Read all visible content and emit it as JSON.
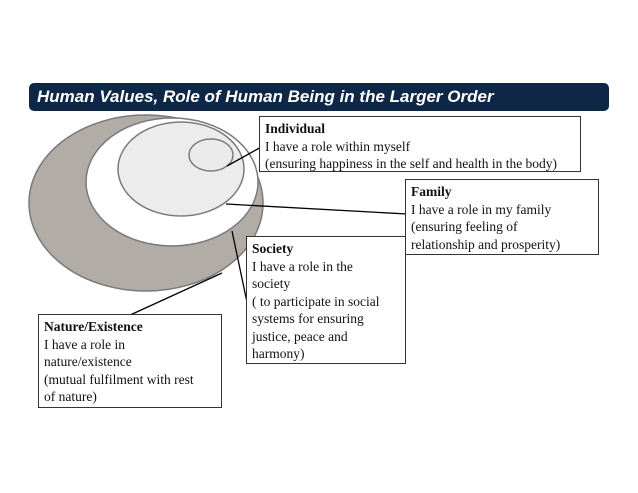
{
  "title": "Human Values, Role of Human Being in the Larger Order",
  "colors": {
    "title_bar": "#0f2747",
    "title_text": "#ffffff",
    "outer_ellipse": "#b2aca7",
    "middle_ellipse": "#ffffff",
    "inner_ellipse": "#ececec",
    "core_ellipse": "#eaeaea",
    "ellipse_stroke": "#7a7a7a",
    "box_border": "#333333"
  },
  "nodes": {
    "individual": {
      "heading": "Individual",
      "line1": "I have a role within myself",
      "line2": "(ensuring happiness in the self and health in the body)"
    },
    "family": {
      "heading": "Family",
      "line1": "I have a role in my family",
      "line2": "(ensuring feeling of",
      "line3": "relationship and prosperity)"
    },
    "society": {
      "heading": "Society",
      "line1": "I have a role in the",
      "line2": "society",
      "line3": "( to participate in social",
      "line4": "systems for ensuring",
      "line5": "justice, peace and",
      "line6": "harmony)"
    },
    "nature": {
      "heading": "Nature/Existence",
      "line1": "I have a role in",
      "line2": "nature/existence",
      "line3": "(mutual fulfilment with rest",
      "line4": "of nature)"
    }
  }
}
